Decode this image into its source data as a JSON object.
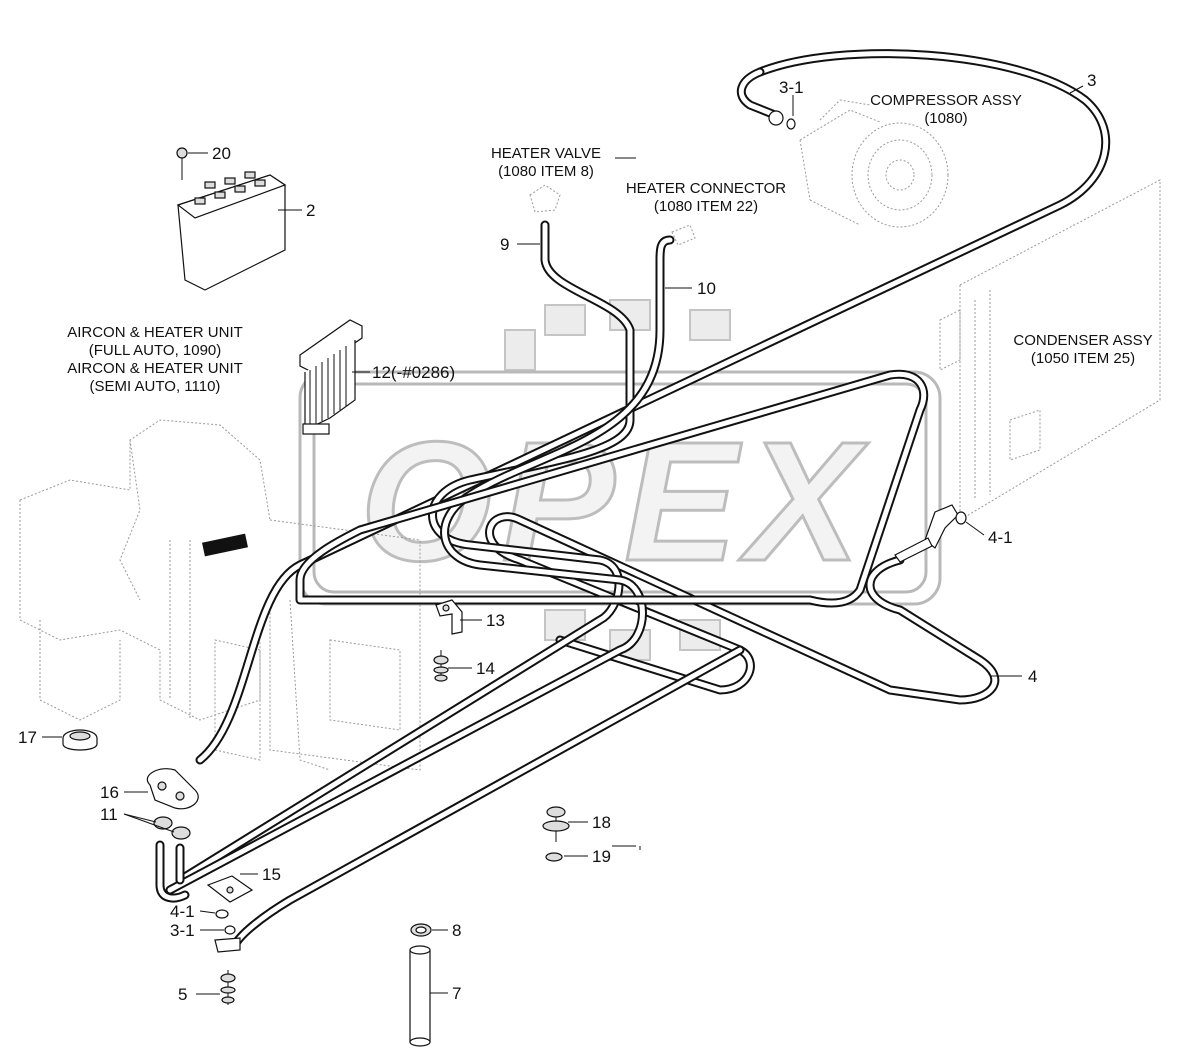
{
  "watermark": {
    "text": "OPEX"
  },
  "labels": {
    "compressor": [
      "COMPRESSOR ASSY",
      "(1080)"
    ],
    "heater_valve": [
      "HEATER VALVE",
      "(1080 ITEM 8)"
    ],
    "heater_connector": [
      "HEATER CONNECTOR",
      "(1080 ITEM 22)"
    ],
    "condenser": [
      "CONDENSER ASSY",
      "(1050 ITEM 25)"
    ],
    "aircon_full": [
      "AIRCON & HEATER UNIT",
      "(FULL AUTO, 1090)"
    ],
    "aircon_semi": [
      "AIRCON & HEATER UNIT",
      "(SEMI AUTO, 1110)"
    ]
  },
  "callouts": {
    "c3_1_top": "3-1",
    "c3": "3",
    "c20": "20",
    "c2": "2",
    "c9": "9",
    "c10": "10",
    "c12": "12(-#0286)",
    "c4_1_right": "4-1",
    "c13": "13",
    "c14": "14",
    "c4": "4",
    "c17": "17",
    "c16": "16",
    "c11": "11",
    "c18": "18",
    "c19": "19",
    "c15": "15",
    "c4_1_left": "4-1",
    "c3_1_left": "3-1",
    "c8": "8",
    "c5": "5",
    "c7": "7"
  }
}
